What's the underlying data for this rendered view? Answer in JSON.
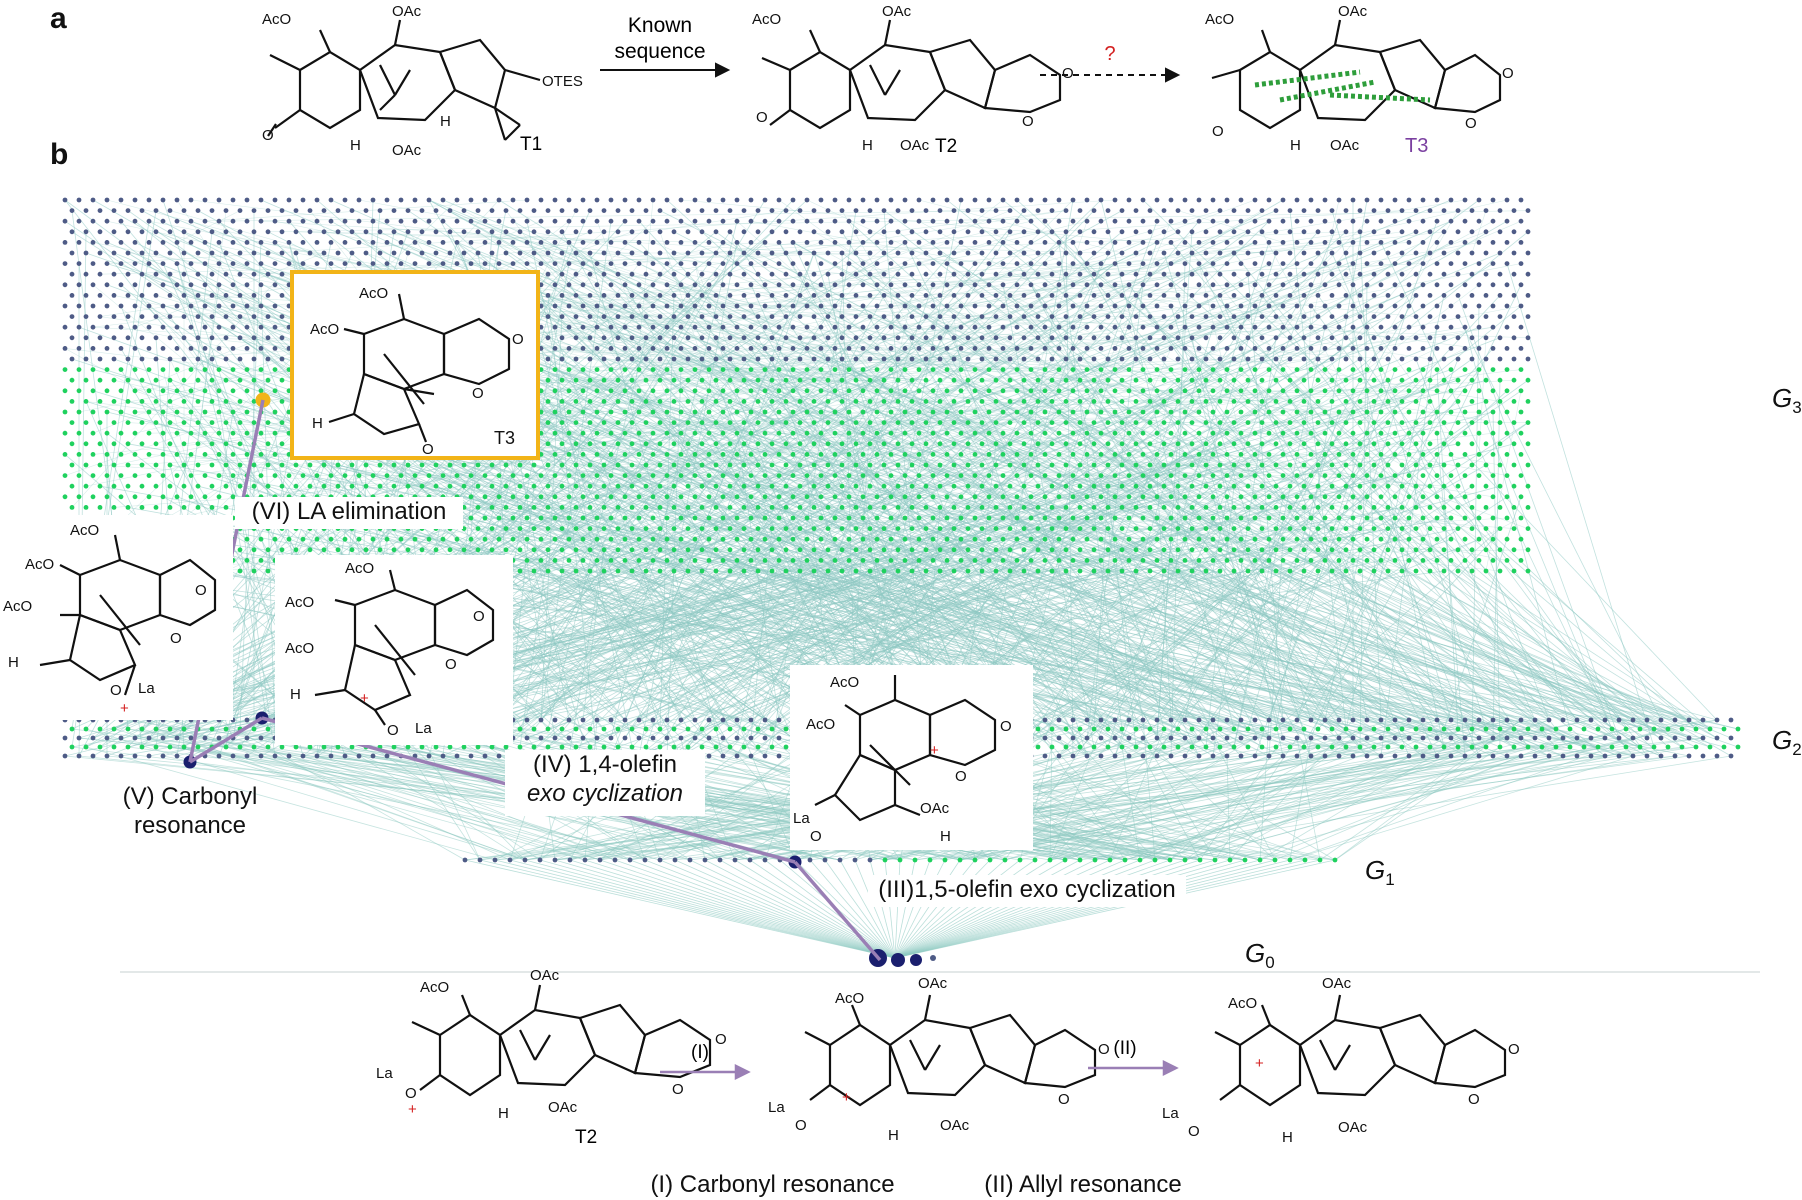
{
  "panels": {
    "a": "a",
    "b": "b"
  },
  "scheme_a": {
    "compounds": [
      "T1",
      "T2",
      "T3"
    ],
    "arrow_label": [
      "Known",
      "sequence"
    ],
    "unknown_mark": "?",
    "substituents": {
      "oac": "OAc",
      "aco": "AcO",
      "otes": "OTES",
      "h": "H",
      "o": "O"
    },
    "colors": {
      "t3_label": "#7a3fa0",
      "question": "#d42020",
      "bond_highlight": "#2e9e3b"
    }
  },
  "network": {
    "levels": {
      "g3": "3",
      "g2": "2",
      "g1": "1",
      "g0": "0",
      "symbol": "G"
    },
    "colors": {
      "node_blue": "#4e5b86",
      "node_green": "#1fd15e",
      "edge": "#8ec9c2",
      "path": "#9a7fb5",
      "selected_node": "#1a1f6e",
      "target_node": "#f2b418"
    }
  },
  "steps": {
    "s1": "(I)",
    "s2": "(II)",
    "s1_full": "(I) Carbonyl resonance",
    "s2_full": "(II) Allyl resonance",
    "s3": "(III)1,5-olefin exo cyclization",
    "s4_line1": "(IV) 1,4-olefin",
    "s4_line2": "exo cyclization",
    "s5_line1": "(V) Carbonyl",
    "s5_line2": "resonance",
    "s6": "(VI) LA elimination"
  },
  "intermediates": {
    "t2": "T2",
    "t3": "T3",
    "la": "La",
    "plus": "+"
  }
}
